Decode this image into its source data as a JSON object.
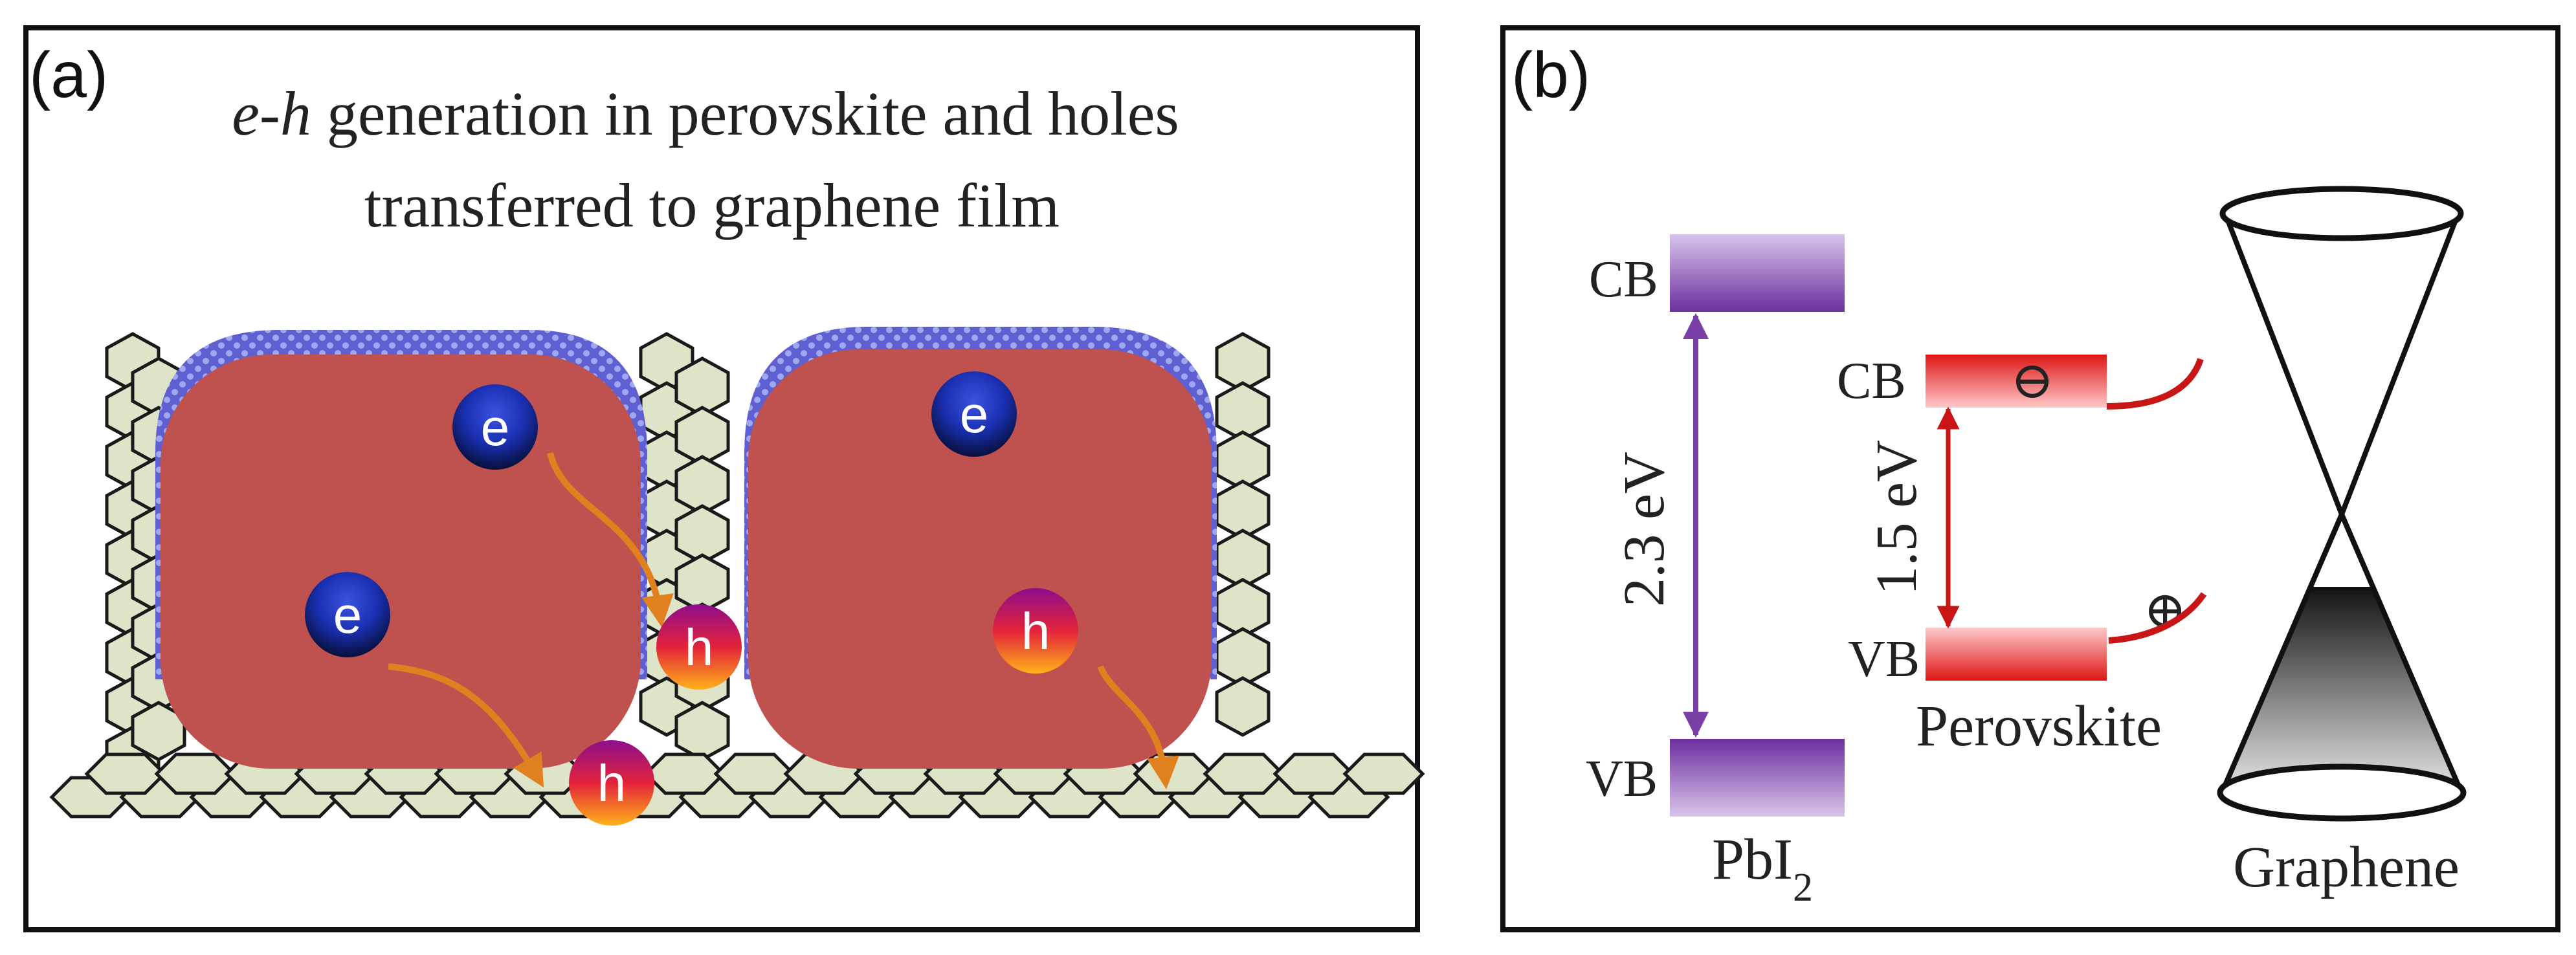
{
  "panel_a": {
    "label": "(a)",
    "title_italic": "e-h",
    "title_rest_line1": " generation in perovskite and holes",
    "title_line2": "transferred to graphene film",
    "electron_label": "e",
    "hole_label": "h"
  },
  "panel_b": {
    "label": "(b)",
    "pbi2": {
      "cb": "CB",
      "vb": "VB",
      "gap": "2.3 eV",
      "name": "PbI",
      "name_sub": "2",
      "color": "#7b3fa8"
    },
    "perovskite": {
      "cb": "CB",
      "vb": "VB",
      "gap": "1.5 eV",
      "name": "Perovskite",
      "color": "#dd2020",
      "electron_symbol": "⊖",
      "hole_symbol": "⊕"
    },
    "graphene": {
      "name": "Graphene"
    }
  },
  "colors": {
    "perovskite_body": "#bf514e",
    "hexagon_fill": "#dde4c8",
    "arrow": "#e0801f"
  }
}
